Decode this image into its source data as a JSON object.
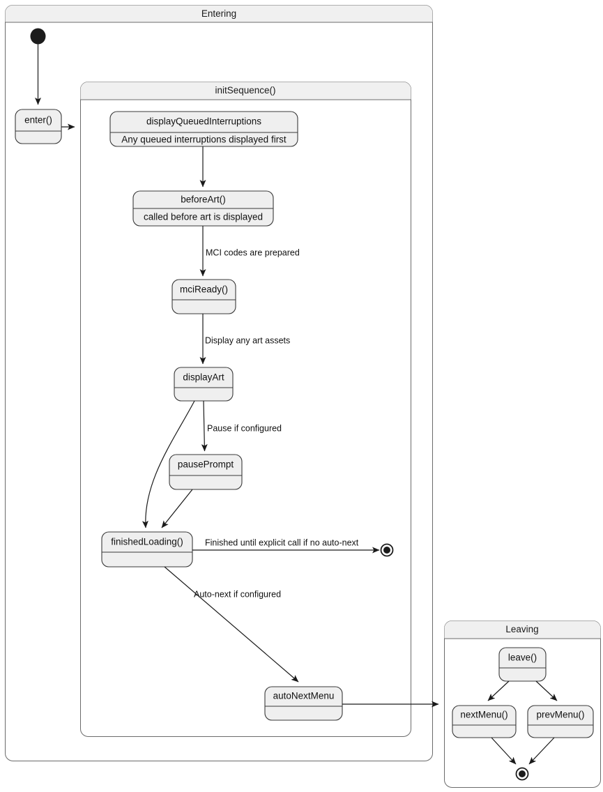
{
  "diagram": {
    "type": "uml-state-machine",
    "background_color": "#ffffff",
    "line_color": "#1a1a1a",
    "state_fill": "#efefef",
    "composite_fill": "#ffffff",
    "composite_header_fill": "#f0f0f0"
  },
  "composites": {
    "entering": {
      "title": "Entering"
    },
    "init_sequence": {
      "title": "initSequence()"
    },
    "leaving": {
      "title": "Leaving"
    }
  },
  "states": {
    "enter": {
      "title": "enter()",
      "desc": ""
    },
    "display_queued_interruptions": {
      "title": "displayQueuedInterruptions",
      "desc": "Any queued interruptions displayed first"
    },
    "before_art": {
      "title": "beforeArt()",
      "desc": "called before art is displayed"
    },
    "mci_ready": {
      "title": "mciReady()",
      "desc": ""
    },
    "display_art": {
      "title": "displayArt",
      "desc": ""
    },
    "pause_prompt": {
      "title": "pausePrompt",
      "desc": ""
    },
    "finished_loading": {
      "title": "finishedLoading()",
      "desc": ""
    },
    "auto_next_menu": {
      "title": "autoNextMenu",
      "desc": ""
    },
    "leave": {
      "title": "leave()",
      "desc": ""
    },
    "next_menu": {
      "title": "nextMenu()",
      "desc": ""
    },
    "prev_menu": {
      "title": "prevMenu()",
      "desc": ""
    }
  },
  "transition_labels": {
    "mci_codes": "MCI codes are prepared",
    "display_art_assets": "Display any art assets",
    "pause_if_configured": "Pause if configured",
    "finished_until_explicit": "Finished until explicit call if no auto-next",
    "auto_next_if_configured": "Auto-next if configured"
  },
  "pseudostates": {
    "initial": "initial-state",
    "final_init_sequence": "final-state",
    "final_leaving": "final-state"
  }
}
